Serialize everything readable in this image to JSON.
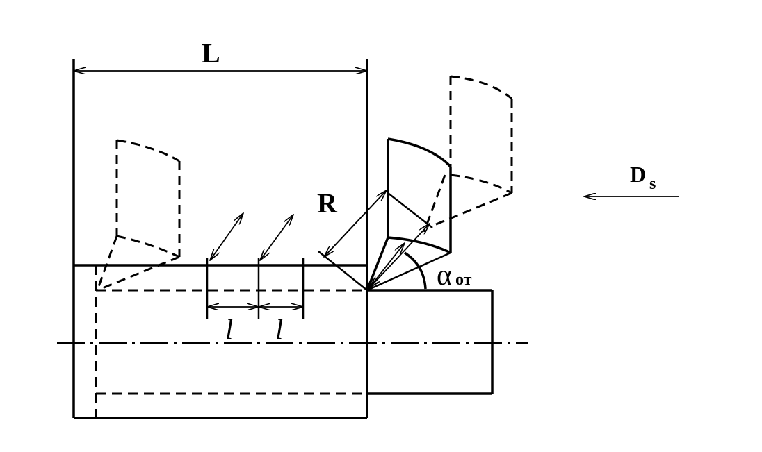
{
  "diagram": {
    "labels": {
      "length": "L",
      "radius": "R",
      "step_1": "l",
      "step_2": "l",
      "angle_symbol": "α",
      "angle_subscript": "от",
      "feed_main": "D",
      "feed_subscript": "s"
    }
  }
}
